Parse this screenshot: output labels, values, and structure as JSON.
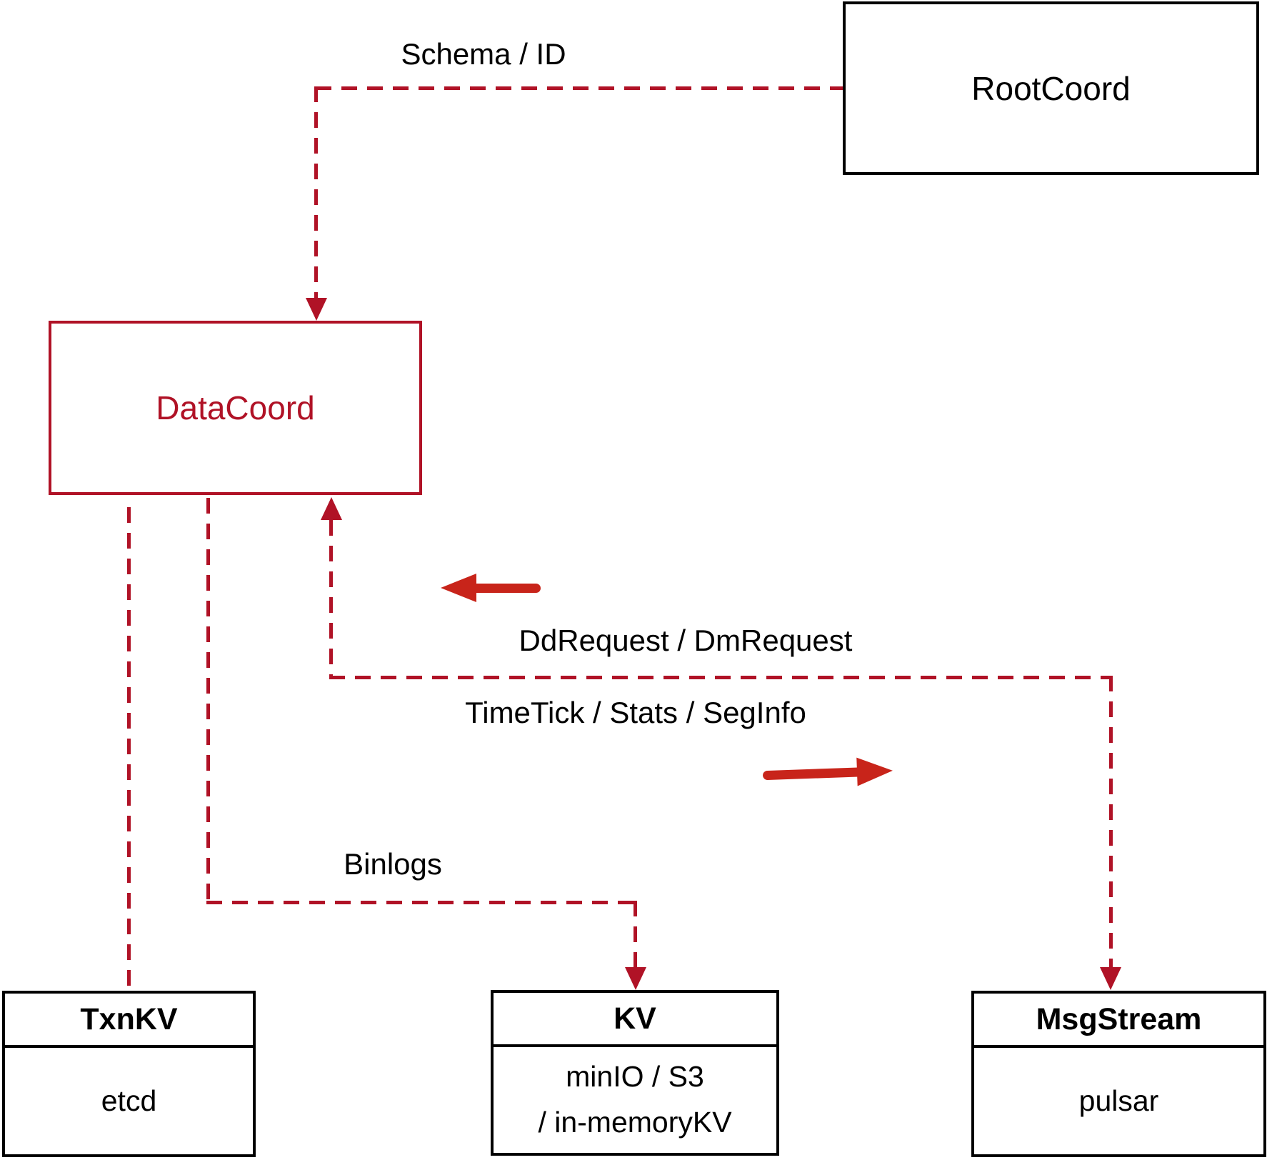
{
  "diagram": {
    "nodes": {
      "rootcoord": {
        "label": "RootCoord"
      },
      "datacoord": {
        "label": "DataCoord"
      },
      "txnkv": {
        "title": "TxnKV",
        "body": "etcd"
      },
      "kv": {
        "title": "KV",
        "body_line1": "minIO / S3",
        "body_line2": "/ in-memoryKV"
      },
      "msgstream": {
        "title": "MsgStream",
        "body": "pulsar"
      }
    },
    "edges": {
      "schema_id": {
        "label": "Schema / ID"
      },
      "dd_request": {
        "label": "DdRequest / DmRequest"
      },
      "timetick": {
        "label": "TimeTick / Stats / SegInfo"
      },
      "binlogs": {
        "label": "Binlogs"
      }
    },
    "colors": {
      "dashed_red": "#b01226",
      "solid_arrow_red": "#c8241a",
      "box_black": "#000000",
      "background": "#ffffff"
    }
  }
}
